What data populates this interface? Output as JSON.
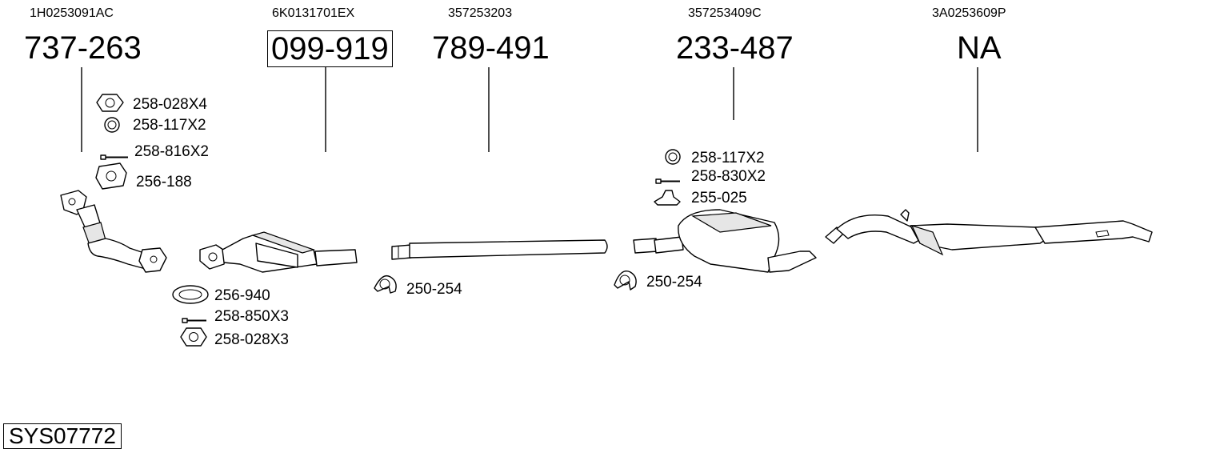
{
  "columns": [
    {
      "oem": "1H0253091AC",
      "part": "737-263"
    },
    {
      "oem": "6K0131701EX",
      "part": "099-919"
    },
    {
      "oem": "357253203",
      "part": "789-491"
    },
    {
      "oem": "357253409C",
      "part": "233-487"
    },
    {
      "oem": "3A0253609P",
      "part": "NA"
    }
  ],
  "accessories": {
    "nut_x4": "258-028X4",
    "ring_x2_a": "258-117X2",
    "bolt_816": "258-816X2",
    "gasket_188": "256-188",
    "gasket_940": "256-940",
    "bolt_850": "258-850X3",
    "nut_x3": "258-028X3",
    "clamp_a": "250-254",
    "ring_x2_b": "258-117X2",
    "bolt_830": "258-830X2",
    "hanger_025": "255-025",
    "clamp_b": "250-254"
  },
  "system_code": "SYS07772"
}
